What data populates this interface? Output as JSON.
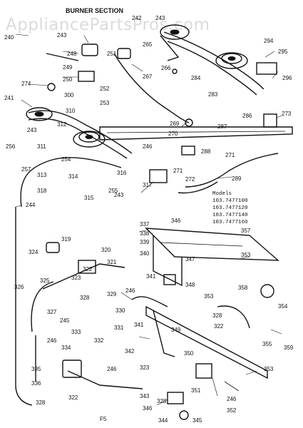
{
  "watermark": "AppliancePartsPros.com",
  "section_title": "BURNER SECTION",
  "models_heading": "Models",
  "models": [
    "103.7477100",
    "103.7477120",
    "103.7477140",
    "103.7477160"
  ],
  "footer": "F5",
  "callouts": [
    "240",
    "243",
    "241",
    "242",
    "243",
    "248",
    "251",
    "265",
    "294",
    "295",
    "249",
    "250",
    "267",
    "266",
    "284",
    "296",
    "274",
    "300",
    "252",
    "253",
    "283",
    "310",
    "312",
    "243",
    "269",
    "270",
    "287",
    "286",
    "273",
    "256",
    "311",
    "246",
    "288",
    "271",
    "257",
    "254",
    "313",
    "314",
    "316",
    "271",
    "272",
    "289",
    "318",
    "315",
    "255",
    "243",
    "317",
    "244",
    "337",
    "338",
    "346",
    "357",
    "319",
    "324",
    "339",
    "320",
    "340",
    "353",
    "321",
    "341",
    "347",
    "325",
    "322",
    "323",
    "326",
    "327",
    "328",
    "329",
    "246",
    "348",
    "353",
    "358",
    "354",
    "330",
    "328",
    "322",
    "245",
    "333",
    "331",
    "341",
    "349",
    "355",
    "246",
    "359",
    "334",
    "332",
    "342",
    "350",
    "335",
    "246",
    "353",
    "323",
    "336",
    "322",
    "328",
    "343",
    "351",
    "346",
    "328",
    "344",
    "345",
    "352",
    "246"
  ]
}
